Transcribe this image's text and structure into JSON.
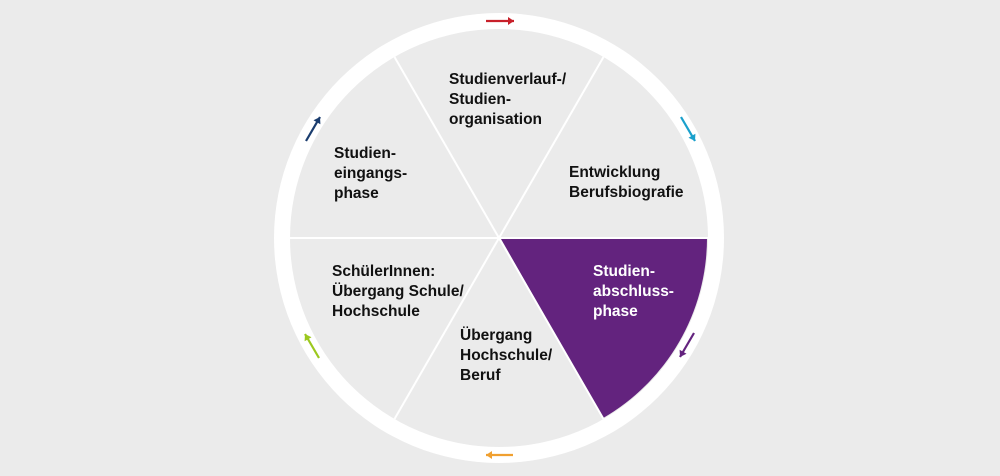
{
  "colors": {
    "background": "#ebebeb",
    "ring": "#ffffff",
    "segment_fill": "#ebebeb",
    "segment_divider": "#ffffff",
    "active_fill": "#63237e",
    "label_text": "#111111",
    "active_label_text": "#ffffff"
  },
  "active_segment": "studienabschluss",
  "segments": {
    "studienverlauf": {
      "lines": [
        "Studienverlauf-/",
        "Studien-",
        "organisation"
      ]
    },
    "entwicklung": {
      "lines": [
        "Entwicklung",
        "Berufsbiografie"
      ]
    },
    "studienabschluss": {
      "lines": [
        "Studien-",
        "abschluss-",
        "phase"
      ]
    },
    "uebergang_beruf": {
      "lines": [
        "Übergang",
        "Hochschule/",
        "Beruf"
      ]
    },
    "schuelerinnen": {
      "lines": [
        "SchülerInnen:",
        "Übergang Schule/",
        "Hochschule"
      ]
    },
    "studieneingang": {
      "lines": [
        "Studien-",
        "eingangs-",
        "phase"
      ]
    }
  },
  "arrows": [
    {
      "name": "arrow-top-right",
      "color": "#c8202a",
      "icon": "arrow-right-icon"
    },
    {
      "name": "arrow-upper-right",
      "color": "#1aa0cc",
      "icon": "arrow-down-right-icon"
    },
    {
      "name": "arrow-lower-right",
      "color": "#63237e",
      "icon": "arrow-down-left-icon"
    },
    {
      "name": "arrow-bottom",
      "color": "#f0a030",
      "icon": "arrow-left-icon"
    },
    {
      "name": "arrow-lower-left",
      "color": "#9cc81e",
      "icon": "arrow-up-left-icon"
    },
    {
      "name": "arrow-upper-left",
      "color": "#1a3c6e",
      "icon": "arrow-up-right-icon"
    }
  ]
}
